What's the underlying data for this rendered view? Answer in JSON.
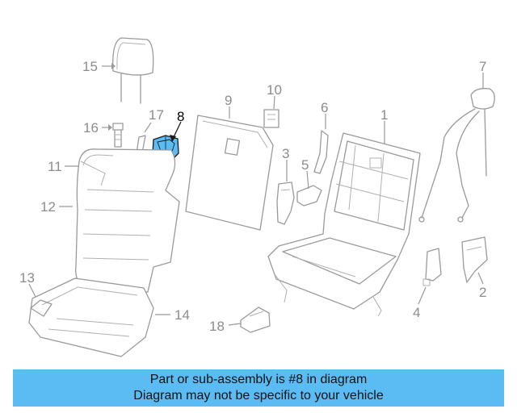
{
  "diagram": {
    "highlight_color": "#5bbcf3",
    "highlighted_part": "8",
    "callouts": [
      {
        "id": "p1",
        "label": "1"
      },
      {
        "id": "p2",
        "label": "2"
      },
      {
        "id": "p3",
        "label": "3"
      },
      {
        "id": "p4",
        "label": "4"
      },
      {
        "id": "p5",
        "label": "5"
      },
      {
        "id": "p6",
        "label": "6"
      },
      {
        "id": "p7",
        "label": "7"
      },
      {
        "id": "p8",
        "label": "8"
      },
      {
        "id": "p9",
        "label": "9"
      },
      {
        "id": "p10",
        "label": "10"
      },
      {
        "id": "p11",
        "label": "11"
      },
      {
        "id": "p12",
        "label": "12"
      },
      {
        "id": "p13",
        "label": "13"
      },
      {
        "id": "p14",
        "label": "14"
      },
      {
        "id": "p15",
        "label": "15"
      },
      {
        "id": "p16",
        "label": "16"
      },
      {
        "id": "p17",
        "label": "17"
      },
      {
        "id": "p18",
        "label": "18"
      }
    ]
  },
  "banner": {
    "background": "#5bbcf3",
    "line1": "Part or sub-assembly is #8 in diagram",
    "line2": "Diagram may not be specific to your vehicle"
  }
}
